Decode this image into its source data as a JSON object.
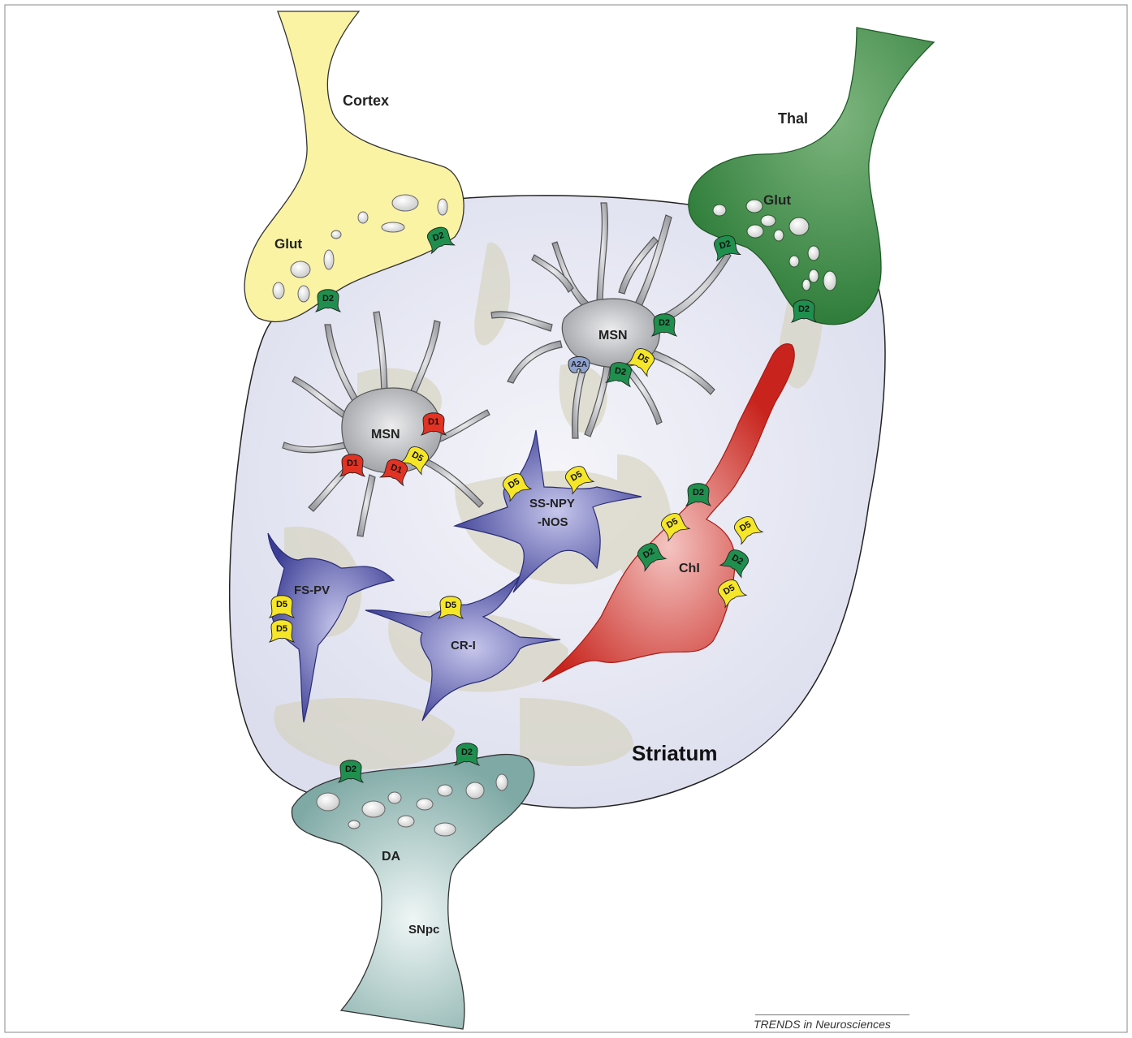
{
  "labels": {
    "cortex": "Cortex",
    "thal": "Thal",
    "glut_cortex": "Glut",
    "glut_thal": "Glut",
    "msn_top": "MSN",
    "msn_left": "MSN",
    "ss_npy_line1": "SS-NPY",
    "ss_npy_line2": "-NOS",
    "chi": "ChI",
    "fs_pv": "FS-PV",
    "cr_i": "CR-I",
    "striatum": "Striatum",
    "da": "DA",
    "snpc": "SNpc"
  },
  "receptors": {
    "d1": "D1",
    "d2": "D2",
    "d5": "D5",
    "a2a": "A2A"
  },
  "footer": "TRENDS in Neurosciences",
  "colors": {
    "cortex_fill": "#fbf3a4",
    "thal_fill": "#3f8f45",
    "msn_fill": "#c4c5c8",
    "interneuron_fill": "#5657a8",
    "chi_fill": "#d6332b",
    "da_fill": "#a6c6c3",
    "striatum_fill": "#e9eaf4",
    "d1_color": "#e23224",
    "d2_color": "#1f8f4e",
    "d5_color": "#f6e629",
    "a2a_color": "#8ea3cc"
  }
}
